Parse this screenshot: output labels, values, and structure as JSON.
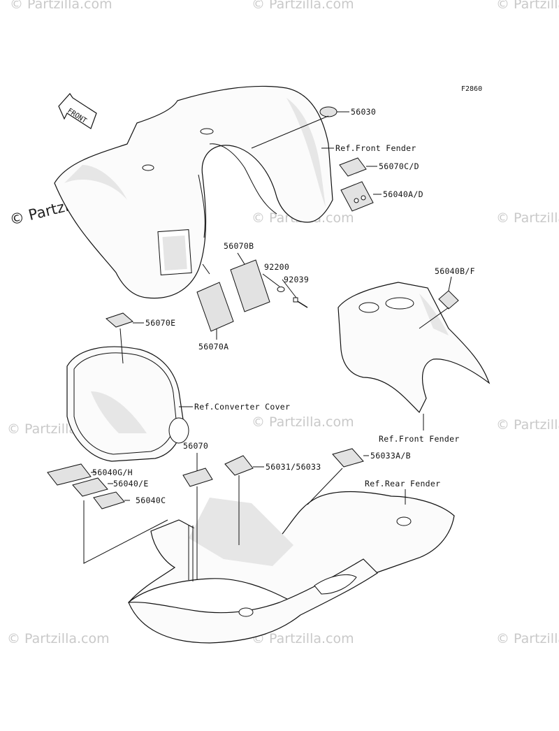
{
  "figure_code": "F2860",
  "front_arrow": "FRONT",
  "watermark_main": "© Partzilla.com",
  "watermark_faint": "© Partzilla.com",
  "callouts": {
    "c56030": "56030",
    "ref_front_fender_top": "Ref.Front Fender",
    "c56070cd": "56070C/D",
    "c56040ad": "56040A/D",
    "c56070b": "56070B",
    "c92200": "92200",
    "c92039": "92039",
    "c56070a": "56070A",
    "c56040bf": "56040B/F",
    "c56070e": "56070E",
    "ref_converter_cover": "Ref.Converter Cover",
    "ref_front_fender_mid": "Ref.Front Fender",
    "c56070": "56070",
    "c56040gh": "56040G/H",
    "c56040e": "56040/E",
    "c56040c": "56040C",
    "c5603133": "56031/56033",
    "c56033ab": "56033A/B",
    "ref_rear_fender": "Ref.Rear Fender"
  }
}
